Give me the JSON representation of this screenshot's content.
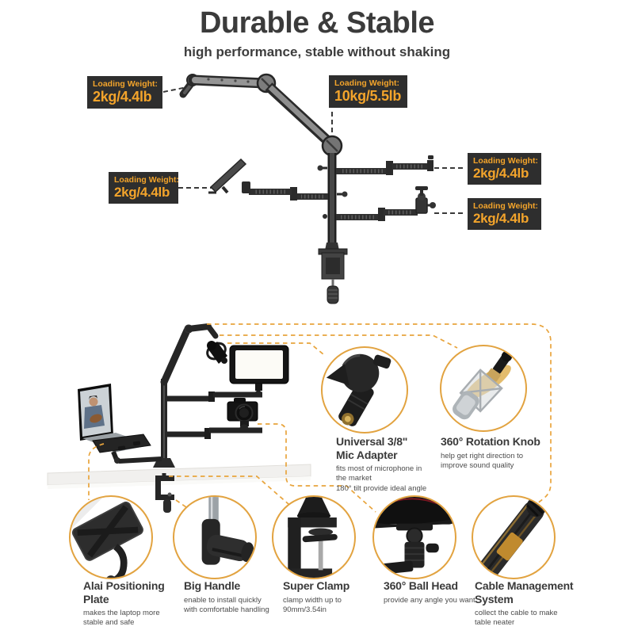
{
  "header": {
    "title": "Durable & Stable",
    "subtitle": "high performance, stable without shaking"
  },
  "diagram": {
    "labels": [
      {
        "heading": "Loading Weight:",
        "value": "2kg/4.4lb"
      },
      {
        "heading": "Loading Weight:",
        "value": "10kg/5.5lb"
      },
      {
        "heading": "Loading Weight:",
        "value": "2kg/4.4lb"
      },
      {
        "heading": "Loading Weight:",
        "value": "2kg/4.4lb"
      },
      {
        "heading": "Loading Weight:",
        "value": "2kg/4.4lb"
      }
    ]
  },
  "features": [
    {
      "title": "Universal 3/8\"\nMic Adapter",
      "desc": "fits most of microphone in\nthe market\n180° tilt provide ideal angle"
    },
    {
      "title": "360° Rotation Knob",
      "desc": "help get right direction to\nimprove sound quality"
    },
    {
      "title": "Alai Positioning\nPlate",
      "desc": "makes the laptop more\nstable and safe"
    },
    {
      "title": "Big Handle",
      "desc": "enable to install quickly\nwith comfortable handling"
    },
    {
      "title": "Super Clamp",
      "desc": "clamp width up to\n90mm/3.54in"
    },
    {
      "title": "360° Ball Head",
      "desc": "provide any angle you want"
    },
    {
      "title": "Cable Management\nSystem",
      "desc": "collect the cable to make\ntable neater"
    }
  ],
  "colors": {
    "accent_orange": "#E8A43C",
    "label_bg": "#2E2E2E",
    "label_text": "#F3A42B",
    "heading_text": "#3B3B3B",
    "body_text": "#4C4C4C"
  }
}
